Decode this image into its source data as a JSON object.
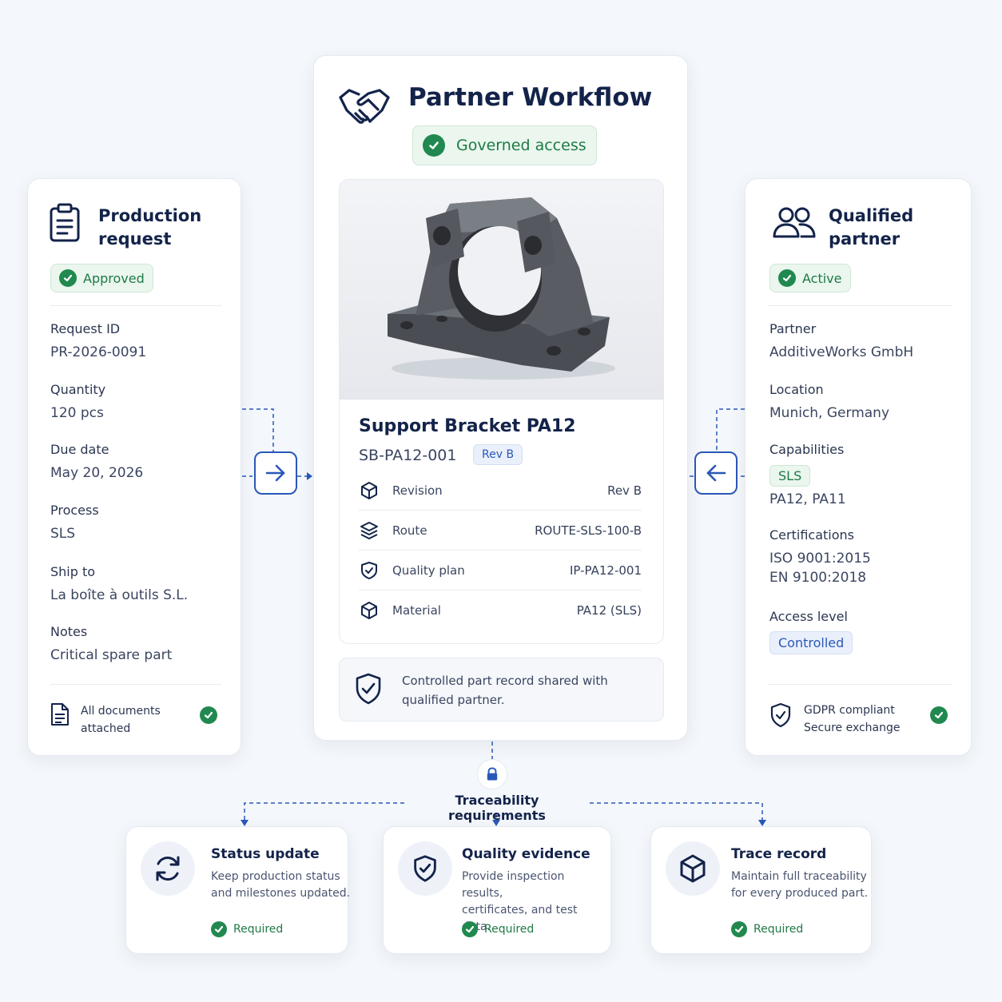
{
  "workflow": {
    "title": "Partner Workflow",
    "badge": "Governed access"
  },
  "part": {
    "name": "Support Bracket PA12",
    "number": "SB-PA12-001",
    "rev_badge": "Rev B",
    "specs": [
      {
        "label": "Revision",
        "value": "Rev B",
        "icon": "cube-icon"
      },
      {
        "label": "Route",
        "value": "ROUTE-SLS-100-B",
        "icon": "layers-icon"
      },
      {
        "label": "Quality plan",
        "value": "IP-PA12-001",
        "icon": "shield-check-icon"
      },
      {
        "label": "Material",
        "value": "PA12 (SLS)",
        "icon": "cube-icon"
      }
    ],
    "notice": "Controlled part record shared with qualified partner."
  },
  "request": {
    "title_line1": "Production",
    "title_line2": "request",
    "status": "Approved",
    "fields": [
      {
        "label": "Request ID",
        "value": "PR-2026-0091"
      },
      {
        "label": "Quantity",
        "value": "120 pcs"
      },
      {
        "label": "Due date",
        "value": "May 20, 2026"
      },
      {
        "label": "Process",
        "value": "SLS"
      },
      {
        "label": "Ship to",
        "value": "La boîte à outils S.L."
      },
      {
        "label": "Notes",
        "value": "Critical spare part"
      }
    ],
    "footer_line1": "All documents",
    "footer_line2": "attached"
  },
  "partner": {
    "title_line1": "Qualified",
    "title_line2": "partner",
    "status": "Active",
    "partner_label": "Partner",
    "partner_value": "AdditiveWorks GmbH",
    "location_label": "Location",
    "location_value": "Munich, Germany",
    "capabilities_label": "Capabilities",
    "capabilities_tag": "SLS",
    "capabilities_value": "PA12, PA11",
    "certifications_label": "Certifications",
    "certifications": [
      "ISO 9001:2015",
      "EN 9100:2018"
    ],
    "access_label": "Access level",
    "access_value": "Controlled",
    "footer_line1": "GDPR compliant",
    "footer_line2": "Secure exchange"
  },
  "traceability": {
    "heading": "Traceability requirements",
    "items": [
      {
        "title": "Status update",
        "desc_line1": "Keep production status",
        "desc_line2": "and milestones updated.",
        "status": "Required",
        "icon": "refresh-icon"
      },
      {
        "title": "Quality evidence",
        "desc_line1": "Provide inspection results,",
        "desc_line2": "certificates, and test data.",
        "status": "Required",
        "icon": "shield-check-icon"
      },
      {
        "title": "Trace record",
        "desc_line1": "Maintain full traceability",
        "desc_line2": "for every produced part.",
        "status": "Required",
        "icon": "cube-icon"
      }
    ]
  },
  "colors": {
    "navy": "#13234a",
    "accent_blue": "#2a58b8",
    "success_green": "#21894f",
    "background": "#f4f7fb"
  }
}
